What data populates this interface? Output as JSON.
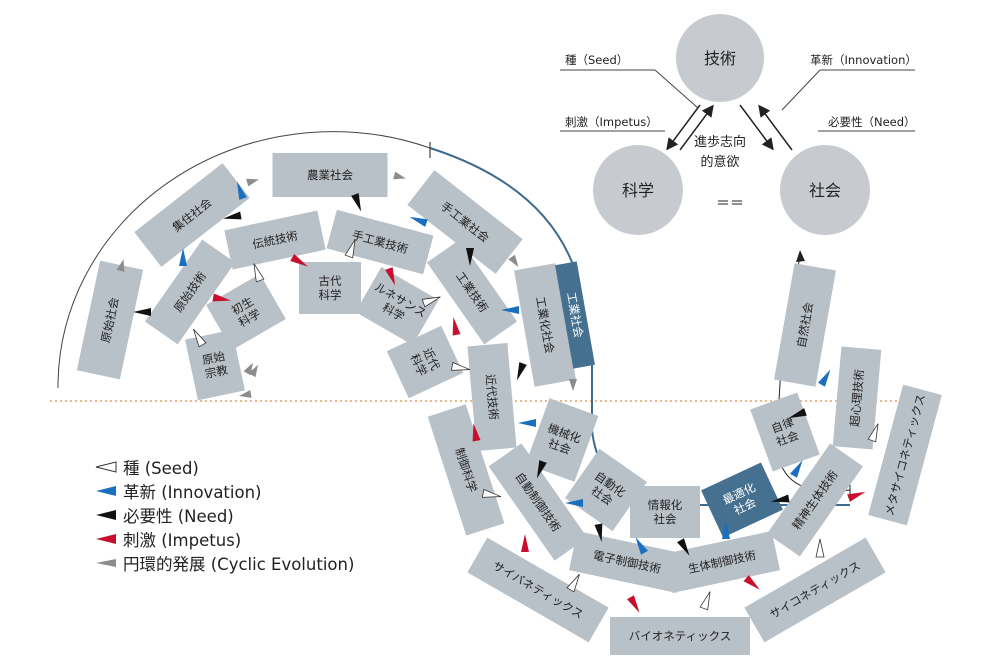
{
  "colors": {
    "box": "#b8c0c8",
    "box_dark": "#45708f",
    "seed": "#ffffff",
    "innovation": "#1a6fbf",
    "need": "#111111",
    "impetus": "#c8102e",
    "cyclic": "#8c8c8c",
    "guide_line": "#e0a060",
    "path_blue": "#3f6b8e"
  },
  "society": [
    "原始社会",
    "集住社会",
    "農業社会",
    "手工業社会",
    "工業化社会",
    "工業社会",
    "機械化\n社会",
    "自動化\n社会",
    "情報化\n社会",
    "最適化\n社会",
    "自律\n社会",
    "自然社会"
  ],
  "technology": [
    "原始技術",
    "伝統技術",
    "手工業技術",
    "工業技術",
    "近代技術",
    "自動制御技術",
    "電子制御技術",
    "生体制御技術",
    "精神生体技術",
    "超心理技術"
  ],
  "science": [
    "原始\n宗教",
    "初生\n科学",
    "古代\n科学",
    "ルネサンス\n科学",
    "近代\n科学",
    "制御科学",
    "サイバネティックス",
    "バイオネティックス",
    "サイコネティックス",
    "メタサイコネティックス"
  ],
  "legend": [
    {
      "icon": "seed-arrow",
      "label": "種 (Seed)"
    },
    {
      "icon": "innovation-arrow",
      "label": "革新 (Innovation)"
    },
    {
      "icon": "need-arrow",
      "label": "必要性 (Need)"
    },
    {
      "icon": "impetus-arrow",
      "label": "刺激 (Impetus)"
    },
    {
      "icon": "cyclic-arrow",
      "label": "円環的発展 (Cyclic Evolution)"
    }
  ],
  "triad": {
    "technology": "技術",
    "science": "科学",
    "society": "社会",
    "seed": "種（Seed）",
    "innovation": "革新（Innovation）",
    "impetus": "刺激（Impetus）",
    "need": "必要性（Need）",
    "center_line1": "進歩志向",
    "center_line2": "的意欲",
    "equal_sign": "＝＝"
  }
}
